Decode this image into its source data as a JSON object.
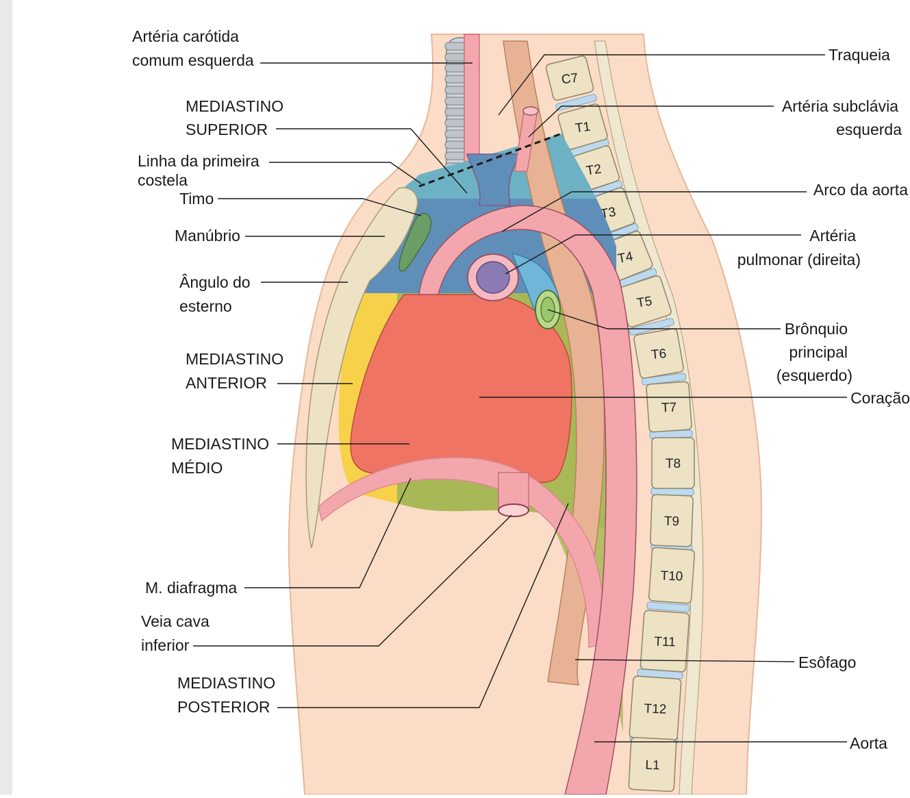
{
  "diagram": {
    "colors": {
      "skin": "#fbdcc6",
      "skin_edge": "#e8b79a",
      "superior": "#5f8fb8",
      "superior_upper": "#6db1c4",
      "anterior": "#f7d14a",
      "middle_heart": "#f07464",
      "posterior": "#a8b856",
      "artery": "#f4a6ad",
      "bone": "#ede2c4",
      "disc": "#bcd9ee",
      "thymus": "#6b9e67",
      "esophagus": "#e8b394"
    },
    "labels": {
      "carotid_1": "Artéria carótida",
      "carotid_2": "comum esquerda",
      "ms_1": "MEDIASTINO",
      "ms_2": "SUPERIOR",
      "rib_1": "Linha da primeira",
      "rib_2": "costela",
      "thymus": "Timo",
      "manubrium": "Manúbrio",
      "angle_1": "Ângulo do",
      "angle_2": "esterno",
      "ma_1": "MEDIASTINO",
      "ma_2": "ANTERIOR",
      "mm_1": "MEDIASTINO",
      "mm_2": "MÉDIO",
      "diaphragm": "M. diafragma",
      "vc_1": "Veia cava",
      "vc_2": "inferior",
      "mp_1": "MEDIASTINO",
      "mp_2": "POSTERIOR",
      "trachea": "Traqueia",
      "subclavian_1": "Artéria subclávia",
      "subclavian_2": "esquerda",
      "arch": "Arco da aorta",
      "pulm_1": "Artéria",
      "pulm_2": "pulmonar (direita)",
      "bronch_1": "Brônquio",
      "bronch_2": "principal",
      "bronch_3": "(esquerdo)",
      "heart": "Coração",
      "esophagus": "Esôfago",
      "aorta": "Aorta"
    },
    "vertebrae": [
      "C7",
      "T1",
      "T2",
      "T3",
      "T4",
      "T5",
      "T6",
      "T7",
      "T8",
      "T9",
      "T10",
      "T11",
      "T12",
      "L1"
    ]
  }
}
